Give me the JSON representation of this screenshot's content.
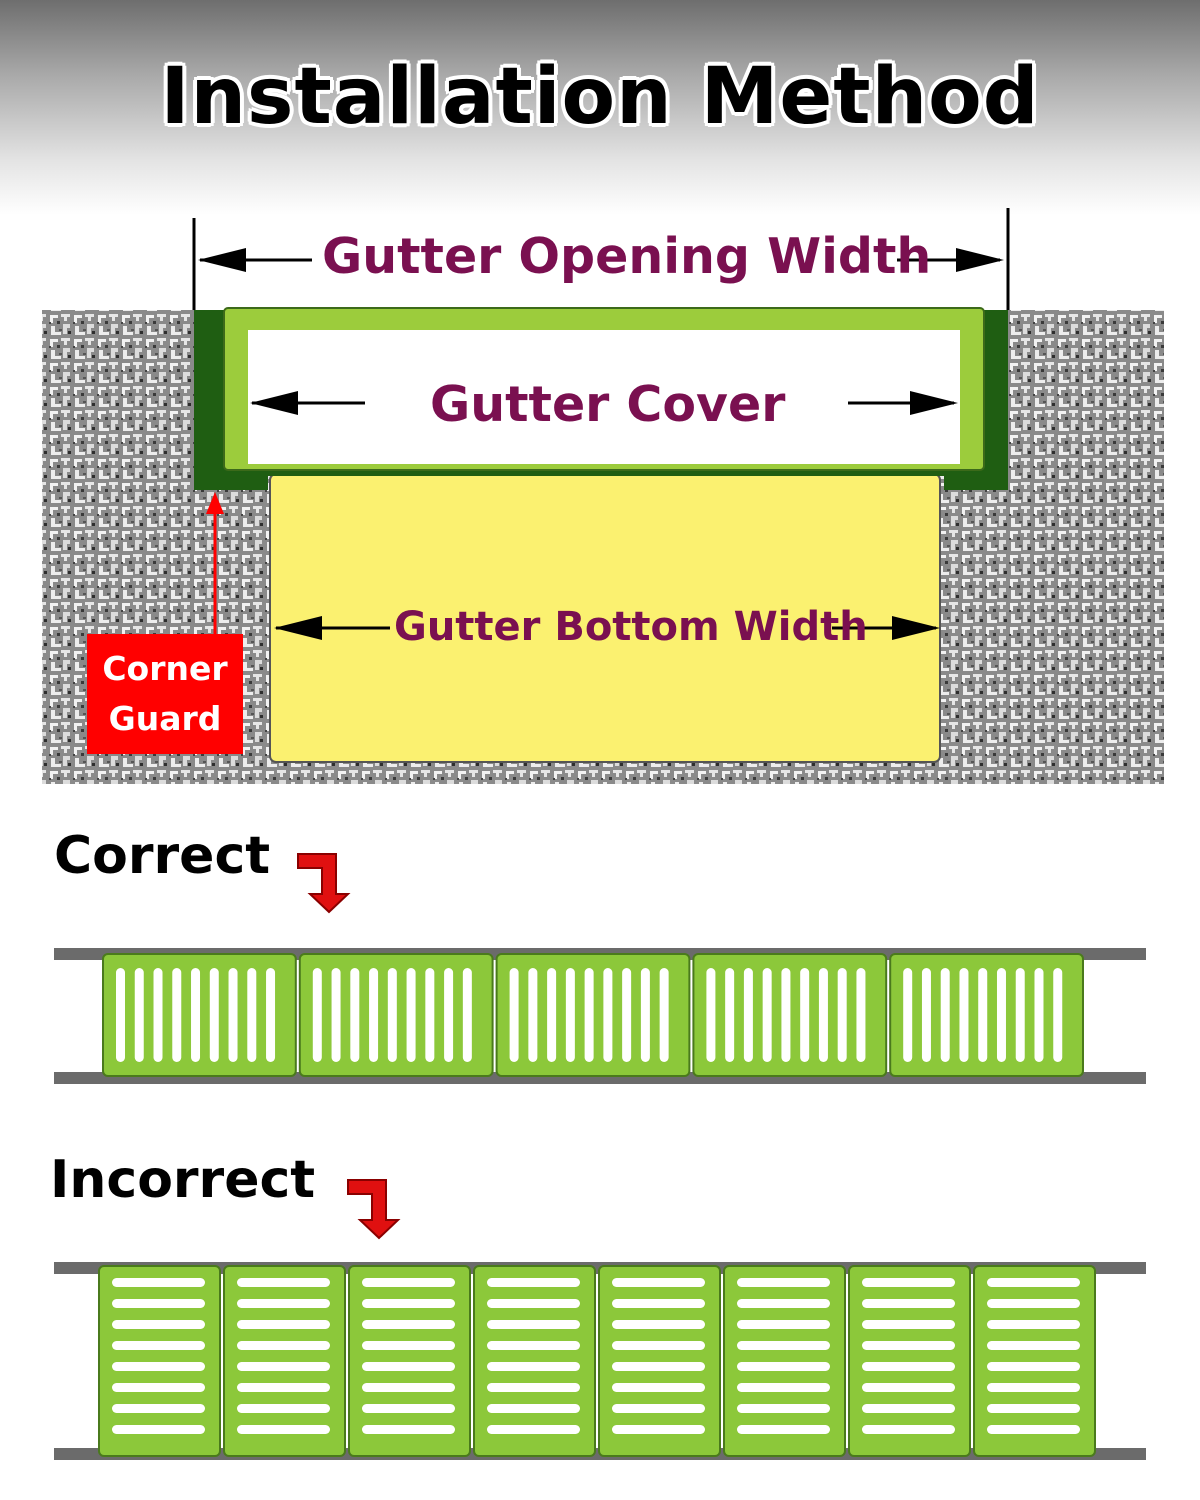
{
  "title": "Installation Method",
  "diagram": {
    "opening_width_label": "Gutter Opening Width",
    "cover_label": "Gutter Cover",
    "bottom_width_label": "Gutter Bottom Width",
    "corner_guard_line1": "Corner",
    "corner_guard_line2": "Guard"
  },
  "correct": {
    "label": "Correct",
    "panel_count": 5,
    "slot_orientation": "vertical"
  },
  "incorrect": {
    "label": "Incorrect",
    "panel_count": 8,
    "slot_orientation": "horizontal"
  },
  "colors": {
    "label_purple": "#7a1050",
    "panel_green": "#8cc83a",
    "cover_border_green": "#9ccc3c",
    "corner_guard_dark_green": "#1f5e12",
    "gutter_yellow": "#fbf170",
    "corner_guard_red": "#ff0000",
    "rail_gray": "#6b6b6b"
  }
}
